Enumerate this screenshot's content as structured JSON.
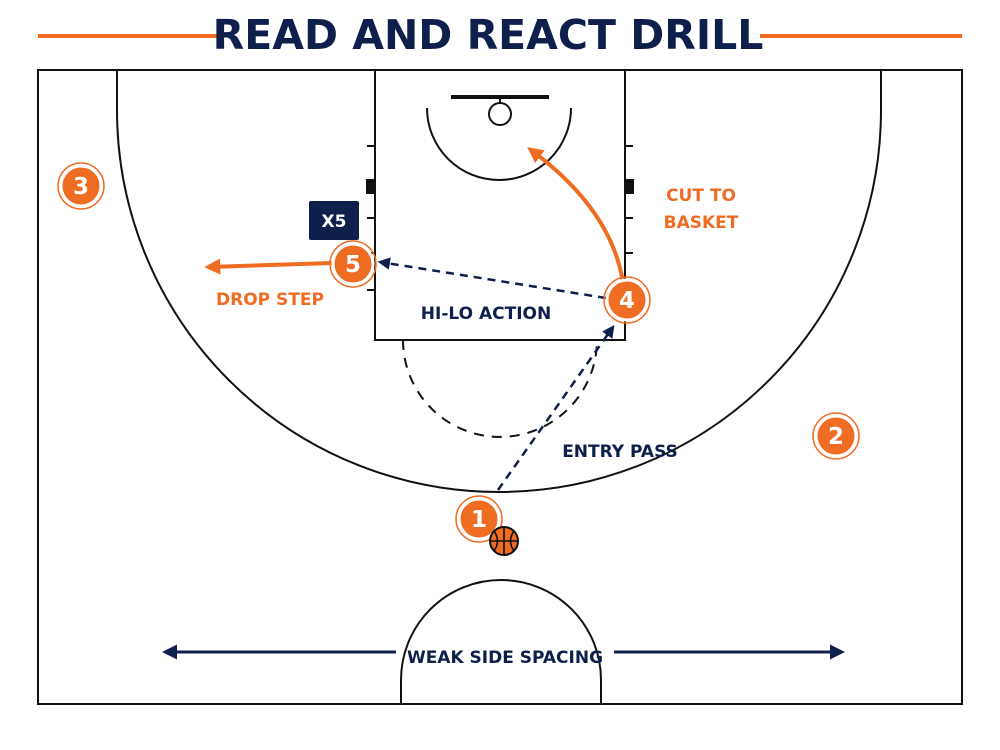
{
  "title": "READ AND REACT DRILL",
  "colors": {
    "navy": "#0f1f4b",
    "orange": "#ef6d22",
    "line": "#111111"
  },
  "players": [
    {
      "id": "p1",
      "label": "1",
      "has_ball": true
    },
    {
      "id": "p2",
      "label": "2"
    },
    {
      "id": "p3",
      "label": "3"
    },
    {
      "id": "p4",
      "label": "4"
    },
    {
      "id": "p5",
      "label": "5"
    }
  ],
  "defender": {
    "label": "X5"
  },
  "annotations": {
    "cut_line1": "CUT TO",
    "cut_line2": "BASKET",
    "drop_step": "DROP STEP",
    "hi_lo": "HI-LO ACTION",
    "entry_pass": "ENTRY PASS",
    "weak_side": "WEAK SIDE SPACING"
  },
  "icons": {
    "ball": "basketball-icon"
  }
}
